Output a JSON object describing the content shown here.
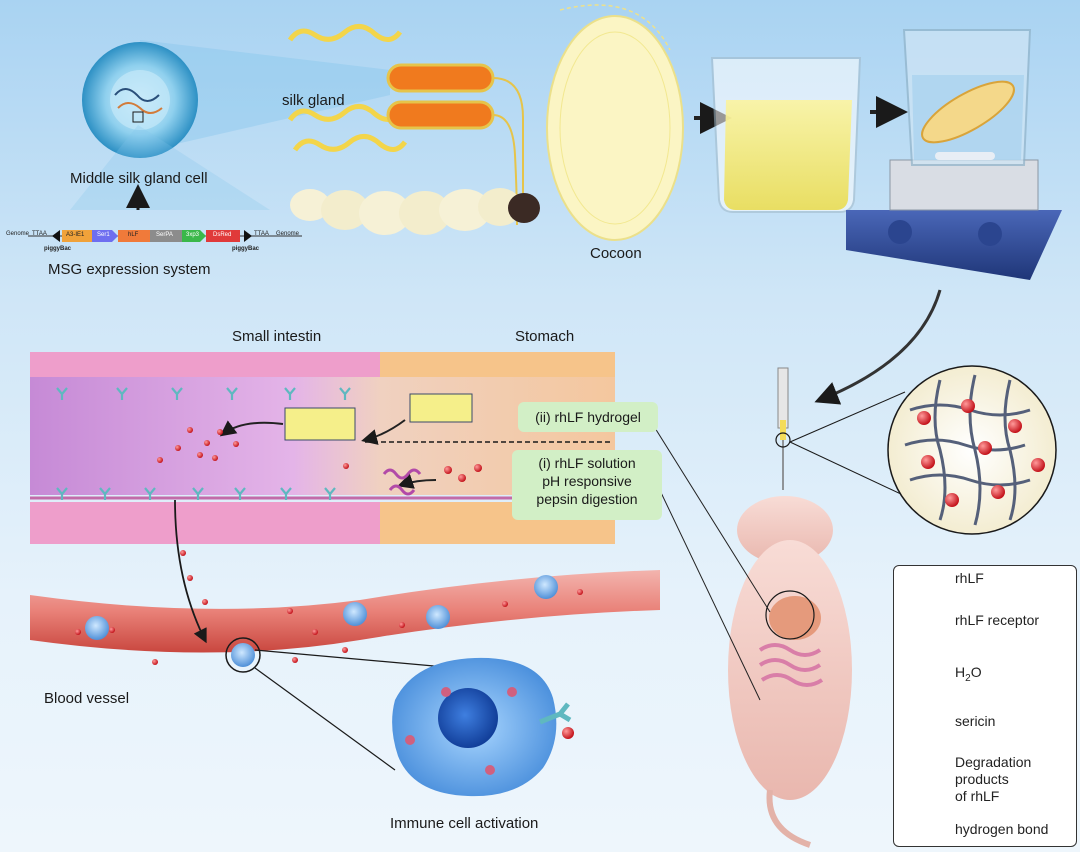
{
  "labels": {
    "silk_gland": "silk gland",
    "middle_silk_gland_cell": "Middle silk gland cell",
    "msg_expression_system": "MSG expression system",
    "cocoon": "Cocoon",
    "small_intestin": "Small intestin",
    "stomach": "Stomach",
    "blood_vessel": "Blood vessel",
    "immune_cell_activation": "Immune cell activation"
  },
  "gene_construct": {
    "genome_left": "Genome",
    "ttaa_left": "TTAA",
    "piggybac_left": "piggyBac",
    "segments": [
      "A3-IE1",
      "Ser1",
      "hLF",
      "SerPA",
      "3xp3",
      "DsRed"
    ],
    "ttaa_right": "TTAA",
    "piggybac_right": "piggyBac",
    "genome_right": "Genome"
  },
  "boxes": {
    "hydrogel": "(ii) rhLF hydrogel",
    "solution_line1": "(i) rhLF solution",
    "solution_line2": "pH responsive",
    "solution_line3": "pepsin digestion"
  },
  "legend": {
    "rhlf": "rhLF",
    "receptor": "rhLF receptor",
    "h2o_main": "H",
    "h2o_sub": "2",
    "h2o_end": "O",
    "sericin": "sericin",
    "degradation_line1": "Degradation",
    "degradation_line2": "products",
    "degradation_line3": "of rhLF",
    "hbond": "hydrogen bond"
  },
  "colors": {
    "rhlf": "#e0242c",
    "receptor": "#5fb8c0",
    "sericin": "#f7ef7c",
    "degradation": "#b24aa8",
    "water": "#9b3fb0",
    "box_fill": "#d2efc6"
  }
}
